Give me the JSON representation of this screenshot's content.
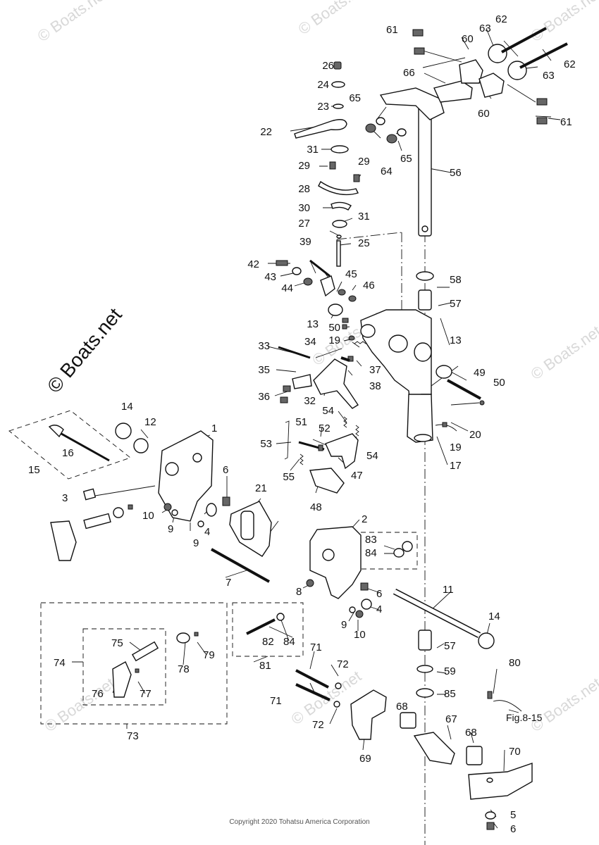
{
  "diagram": {
    "watermark_main": "© Boats.net",
    "watermark_small": "© Boats.net",
    "copyright": "Copyright 2020 Tohatsu America Corporation",
    "figure_ref": "Fig.8-15",
    "callouts": {
      "c1": "1",
      "c2": "2",
      "c3": "3",
      "c4a": "4",
      "c4b": "4",
      "c5": "5",
      "c6a": "6",
      "c6b": "6",
      "c6c": "6",
      "c7": "7",
      "c8": "8",
      "c9a": "9",
      "c9b": "9",
      "c9c": "9",
      "c10a": "10",
      "c10b": "10",
      "c11": "11",
      "c12": "12",
      "c13a": "13",
      "c13b": "13",
      "c14a": "14",
      "c14b": "14",
      "c15": "15",
      "c16": "16",
      "c17": "17",
      "c19a": "19",
      "c19b": "19",
      "c20": "20",
      "c21": "21",
      "c22": "22",
      "c23": "23",
      "c24": "24",
      "c25": "25",
      "c26": "26",
      "c27": "27",
      "c28": "28",
      "c29a": "29",
      "c29b": "29",
      "c30": "30",
      "c31a": "31",
      "c31b": "31",
      "c32": "32",
      "c33": "33",
      "c34": "34",
      "c35": "35",
      "c36": "36",
      "c37": "37",
      "c38": "38",
      "c39": "39",
      "c42": "42",
      "c43": "43",
      "c44": "44",
      "c45": "45",
      "c46": "46",
      "c47": "47",
      "c48": "48",
      "c49": "49",
      "c50a": "50",
      "c50b": "50",
      "c51": "51",
      "c52": "52",
      "c53": "53",
      "c54a": "54",
      "c54b": "54",
      "c55": "55",
      "c56": "56",
      "c57a": "57",
      "c57b": "57",
      "c58": "58",
      "c59": "59",
      "c60a": "60",
      "c60b": "60",
      "c61a": "61",
      "c61b": "61",
      "c62a": "62",
      "c62b": "62",
      "c63a": "63",
      "c63b": "63",
      "c64": "64",
      "c65a": "65",
      "c65b": "65",
      "c66": "66",
      "c67": "67",
      "c68a": "68",
      "c68b": "68",
      "c69": "69",
      "c70": "70",
      "c71a": "71",
      "c71b": "71",
      "c72a": "72",
      "c72b": "72",
      "c73": "73",
      "c74": "74",
      "c75": "75",
      "c76": "76",
      "c77": "77",
      "c78": "78",
      "c79": "79",
      "c80": "80",
      "c81": "81",
      "c82": "82",
      "c83": "83",
      "c84a": "84",
      "c84b": "84",
      "c85": "85"
    }
  }
}
